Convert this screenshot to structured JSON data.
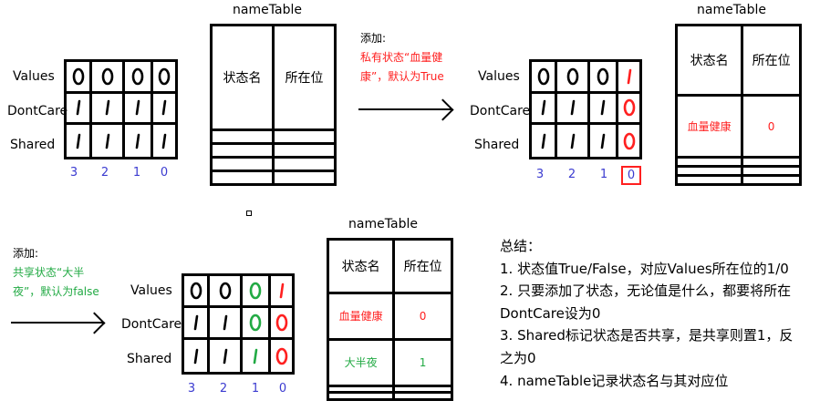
{
  "row_labels": [
    "Values",
    "DontCare",
    "Shared"
  ],
  "bit_labels": [
    "3",
    "2",
    "1",
    "0"
  ],
  "table_title": "nameTable",
  "table_headers": [
    "状态名",
    "所在位"
  ],
  "colors": {
    "black": "#000000",
    "red": "#ff2020",
    "green": "#22aa44",
    "blue": "#3b3bd0"
  },
  "step1": {
    "grid": [
      [
        {
          "v": "0",
          "c": "black"
        },
        {
          "v": "0",
          "c": "black"
        },
        {
          "v": "0",
          "c": "black"
        },
        {
          "v": "0",
          "c": "black"
        }
      ],
      [
        {
          "v": "1",
          "c": "black"
        },
        {
          "v": "1",
          "c": "black"
        },
        {
          "v": "1",
          "c": "black"
        },
        {
          "v": "1",
          "c": "black"
        }
      ],
      [
        {
          "v": "1",
          "c": "black"
        },
        {
          "v": "1",
          "c": "black"
        },
        {
          "v": "1",
          "c": "black"
        },
        {
          "v": "1",
          "c": "black"
        }
      ]
    ]
  },
  "step2": {
    "note_title": "添加:",
    "note_lines": [
      "私有状态“血量健",
      "康”，默认为True"
    ],
    "grid": [
      [
        {
          "v": "0",
          "c": "black"
        },
        {
          "v": "0",
          "c": "black"
        },
        {
          "v": "0",
          "c": "black"
        },
        {
          "v": "1",
          "c": "red"
        }
      ],
      [
        {
          "v": "1",
          "c": "black"
        },
        {
          "v": "1",
          "c": "black"
        },
        {
          "v": "1",
          "c": "black"
        },
        {
          "v": "0",
          "c": "red"
        }
      ],
      [
        {
          "v": "1",
          "c": "black"
        },
        {
          "v": "1",
          "c": "black"
        },
        {
          "v": "1",
          "c": "black"
        },
        {
          "v": "0",
          "c": "red"
        }
      ]
    ],
    "rows": [
      {
        "name": "血量健康",
        "bit": "0",
        "color": "red"
      }
    ]
  },
  "step3": {
    "note_title": "添加:",
    "note_lines": [
      "共享状态“大半",
      "夜”，默认为false"
    ],
    "grid": [
      [
        {
          "v": "0",
          "c": "black"
        },
        {
          "v": "0",
          "c": "black"
        },
        {
          "v": "0",
          "c": "green"
        },
        {
          "v": "1",
          "c": "red"
        }
      ],
      [
        {
          "v": "1",
          "c": "black"
        },
        {
          "v": "1",
          "c": "black"
        },
        {
          "v": "0",
          "c": "green"
        },
        {
          "v": "0",
          "c": "red"
        }
      ],
      [
        {
          "v": "1",
          "c": "black"
        },
        {
          "v": "1",
          "c": "black"
        },
        {
          "v": "1",
          "c": "green"
        },
        {
          "v": "0",
          "c": "red"
        }
      ]
    ],
    "rows": [
      {
        "name": "血量健康",
        "bit": "0",
        "color": "red"
      },
      {
        "name": "大半夜",
        "bit": "1",
        "color": "green"
      }
    ]
  },
  "summary": {
    "title": "总结：",
    "items": [
      "1. 状态值True/False，对应Values所在位的1/0",
      "2. 只要添加了状态，无论值是什么，都要将所在DontCare设为0",
      "3. Shared标记状态是否共享，是共享则置1，反之为0",
      "4. nameTable记录状态名与其对应位"
    ]
  }
}
